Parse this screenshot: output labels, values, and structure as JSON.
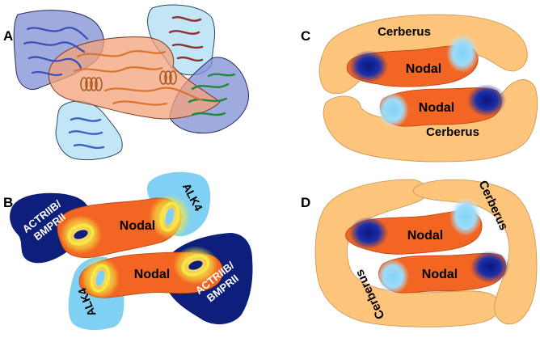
{
  "panels": {
    "a": {
      "label": "A"
    },
    "b": {
      "label": "B",
      "nodal_top": "Nodal",
      "nodal_bottom": "Nodal",
      "receptor_left_line1": "ACTRIIB/",
      "receptor_left_line2": "BMPRII",
      "receptor_right_line1": "ACTRIIB/",
      "receptor_right_line2": "BMPRII",
      "alk_top": "ALK4",
      "alk_bottom": "ALK4"
    },
    "c": {
      "label": "C",
      "cerberus_top": "Cerberus",
      "cerberus_bottom": "Cerberus",
      "nodal_top": "Nodal",
      "nodal_bottom": "Nodal"
    },
    "d": {
      "label": "D",
      "cerberus_right": "Cerberus",
      "cerberus_left": "Cerberus",
      "nodal_top": "Nodal",
      "nodal_bottom": "Nodal"
    }
  },
  "colors": {
    "nodal": "#f26522",
    "cerberus": "#fdc57b",
    "receptor_type2": "#0d1f7a",
    "alk4": "#7fd0f2",
    "binding_ring": "#f4e842",
    "dark_site": "#0b1a8c",
    "light_site": "#8ad4f5"
  }
}
